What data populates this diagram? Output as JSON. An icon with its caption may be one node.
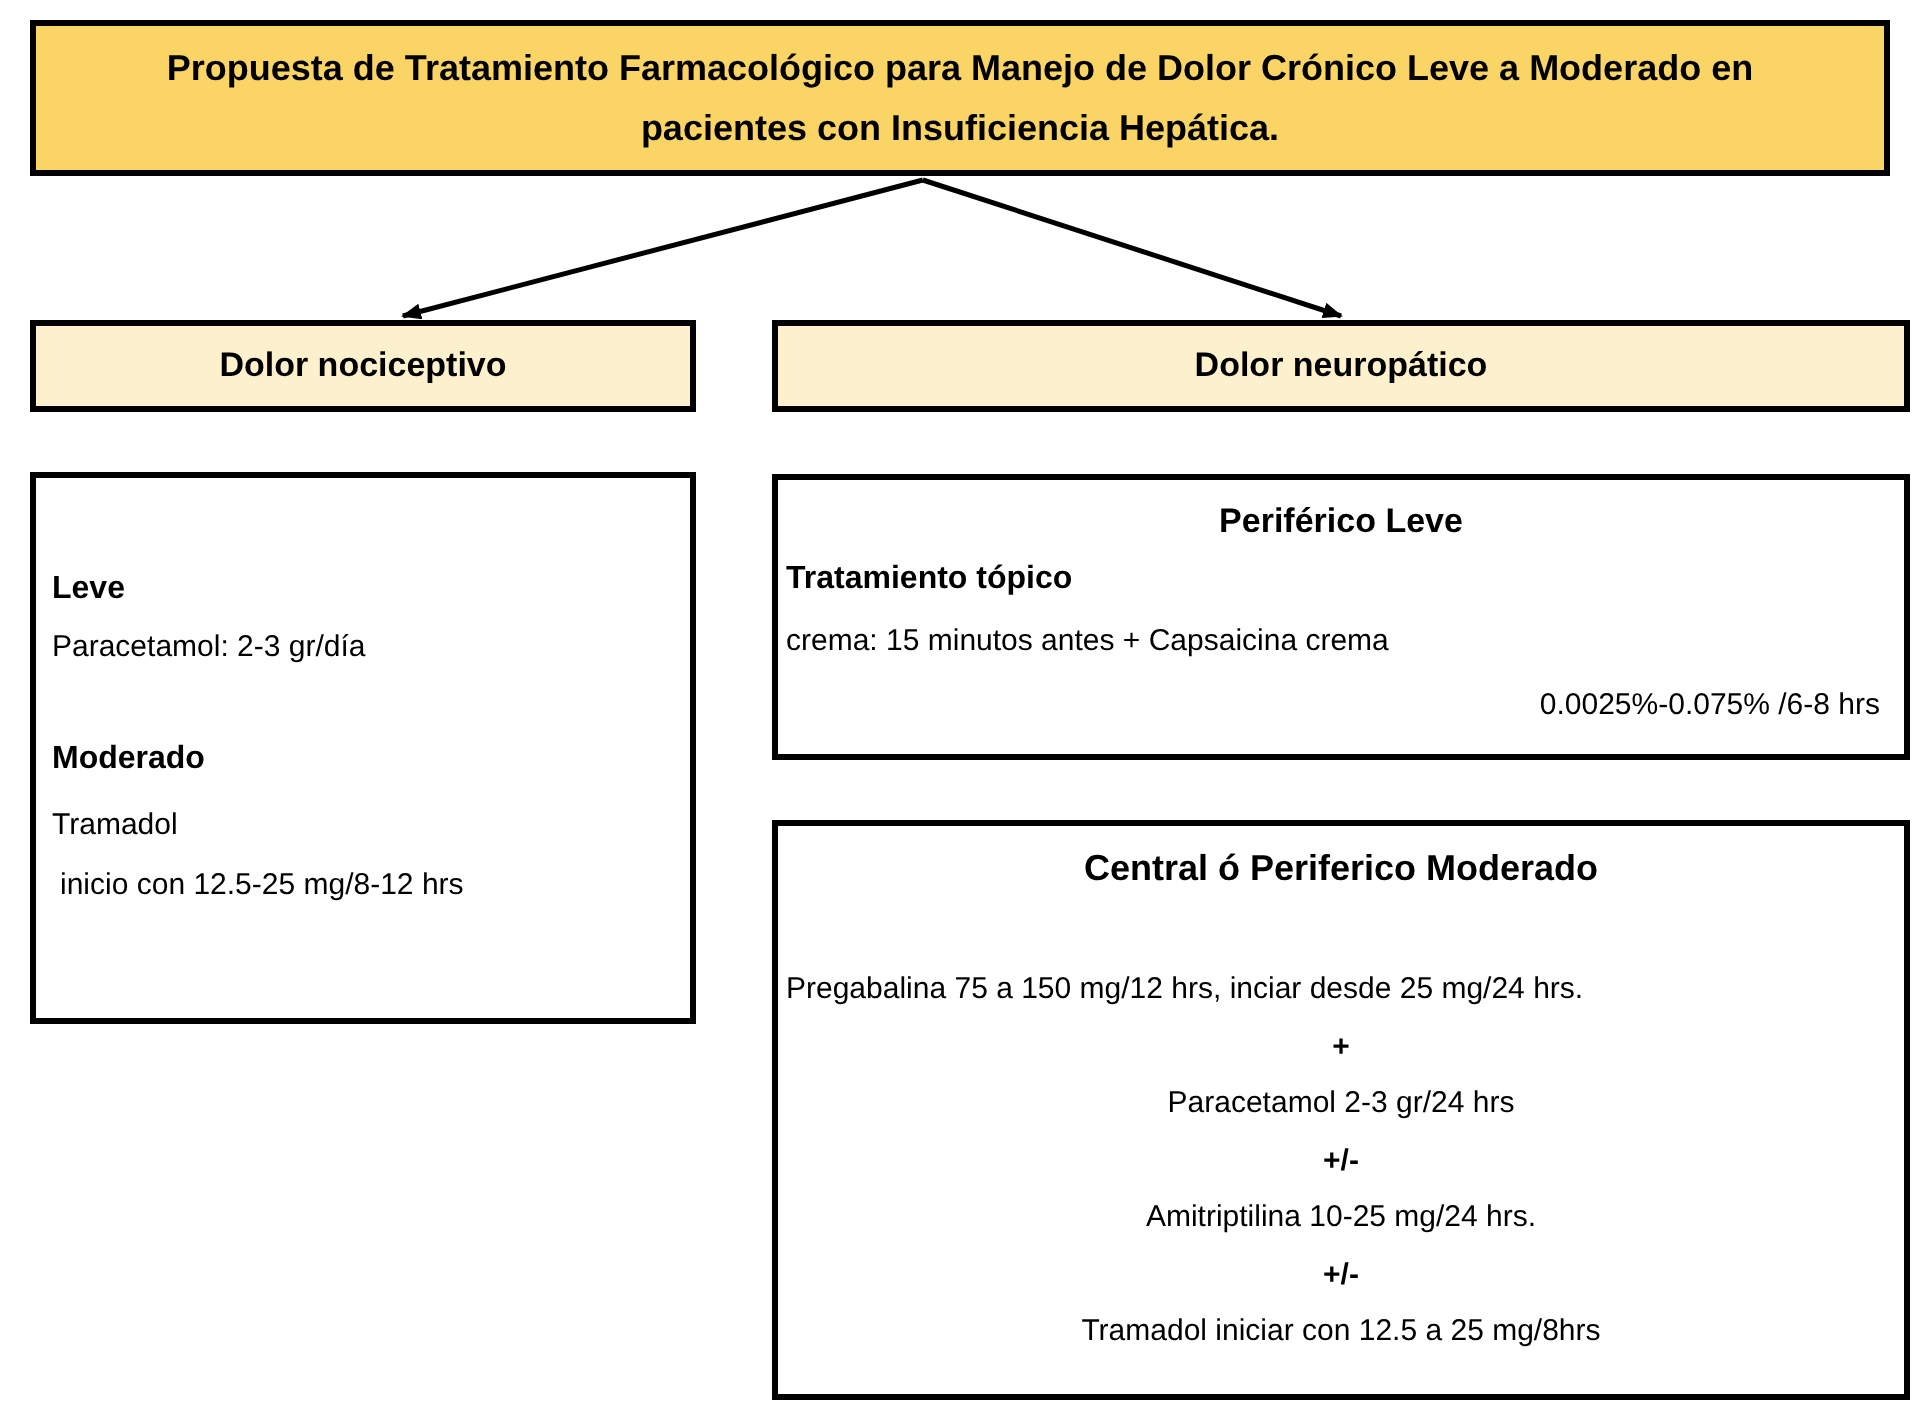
{
  "diagram": {
    "nodes": [
      {
        "text": [
          "Propuesta de Tratamiento Farmacológico para Manejo de Dolor Crónico Leve a Moderado en pacientes con Insuficiencia Hepática."
        ]
      },
      {
        "text": [
          "Dolor nociceptivo"
        ]
      },
      {
        "text": [
          "Dolor neuropático"
        ]
      },
      {
        "text": [
          "Leve",
          "Paracetamol: 2-3 gr/día",
          "Moderado",
          "Tramadol",
          "inicio con 12.5-25 mg/8-12 hrs"
        ]
      },
      {
        "text": [
          "Periférico Leve",
          "Tratamiento tópico",
          "crema: 15 minutos antes + Capsaicina crema",
          "0.0025%-0.075% /6-8 hrs"
        ]
      },
      {
        "text": [
          "Central ó Periferico Moderado",
          "Pregabalina 75 a 150 mg/12 hrs, inciar desde 25 mg/24 hrs.",
          "+",
          "Paracetamol 2-3 gr/24 hrs",
          "+/-",
          "Amitriptilina 10-25 mg/24 hrs.",
          "+/-",
          "Tramadol iniciar con 12.5 a 25 mg/8hrs"
        ]
      }
    ],
    "edges": [
      {
        "from": 0,
        "to": 1,
        "arrow": "to"
      },
      {
        "from": 0,
        "to": 2,
        "arrow": "to"
      }
    ]
  }
}
